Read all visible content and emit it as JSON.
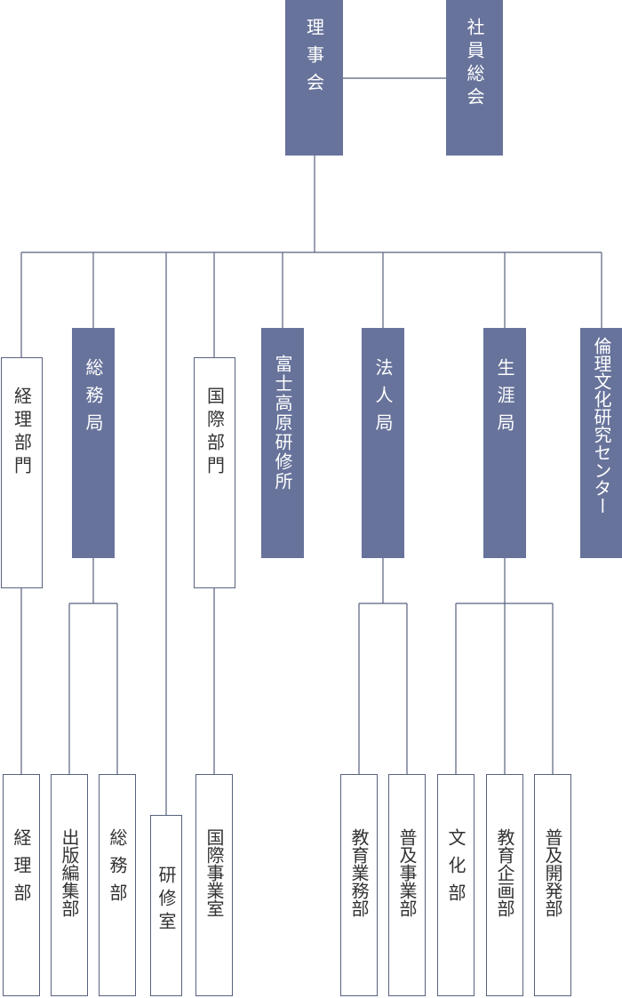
{
  "colors": {
    "fill": "#67739b",
    "line": "#58627e",
    "text_dark": "#333333"
  },
  "org": {
    "board": "理事会",
    "assembly": "社員総会",
    "units": {
      "accounting_dept": "経理部門",
      "general_affairs_bureau": "総務局",
      "training_room": "研修室",
      "international_dept": "国際部門",
      "fuji_kogen_institute": "富士高原研修所",
      "corporate_bureau": "法人局",
      "lifelong_bureau": "生涯局",
      "ethics_culture_center": "倫理文化研究センター"
    },
    "sections": {
      "accounting": "経理部",
      "publishing": "出版編集部",
      "general_affairs": "総務部",
      "training_room": "研修室",
      "international_affairs": "国際事業室",
      "education_affairs": "教育業務部",
      "outreach_business": "普及事業部",
      "culture": "文化部",
      "education_planning": "教育企画部",
      "outreach_development": "普及開発部"
    }
  }
}
